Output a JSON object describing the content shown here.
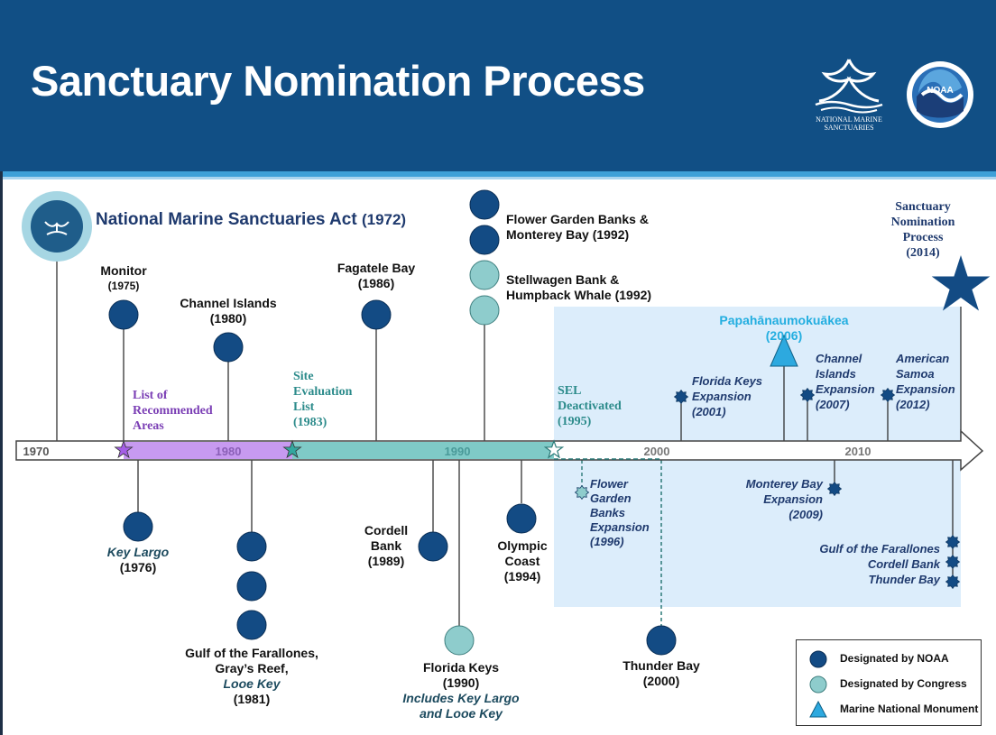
{
  "title": "Sanctuary Nomination Process",
  "logos": {
    "nms_text_line1": "NATIONAL MARINE",
    "nms_text_line2": "SANCTUARIES",
    "noaa_text": "NOAA"
  },
  "colors": {
    "header_bg": "#114f85",
    "noaa_designated": "#134b84",
    "congress_designated": "#8ecccc",
    "monument": "#2da9df",
    "era_purple": "#c79af0",
    "era_teal": "#7fcac7",
    "shaded_region": "#dcedfb"
  },
  "act": {
    "name": "National Marine Sanctuaries Act",
    "year": "(1972)"
  },
  "axis": {
    "ticks": [
      "1970",
      "1980",
      "1990",
      "2000",
      "2010"
    ]
  },
  "eras": {
    "list_recommended": [
      "List of",
      "Recommended",
      "Areas"
    ],
    "site_eval": [
      "Site",
      "Evaluation",
      "List",
      "(1983)"
    ],
    "sel_deactivated": [
      "SEL",
      "Deactivated",
      "(1995)"
    ]
  },
  "events": {
    "monitor": [
      "Monitor",
      "(1975)"
    ],
    "channel_islands": [
      "Channel Islands",
      "(1980)"
    ],
    "fagatele": [
      "Fagatele Bay",
      "(1986)"
    ],
    "flower_monterey": [
      "Flower Garden Banks &",
      "Monterey Bay (1992)"
    ],
    "stellwagen": [
      "Stellwagen Bank &",
      "Humpback Whale (1992)"
    ],
    "key_largo_name": "Key Largo",
    "key_largo_year": "(1976)",
    "gulf_line1": "Gulf of the Farallones,",
    "gulf_line2": "Gray’s Reef,",
    "gulf_line3": "Looe Key",
    "gulf_line4": "(1981)",
    "cordell": [
      "Cordell",
      "Bank",
      "(1989)"
    ],
    "florida_keys": [
      "Florida Keys",
      "(1990)"
    ],
    "florida_includes": [
      "Includes Key Largo",
      "and Looe Key"
    ],
    "olympic": [
      "Olympic",
      "Coast",
      "(1994)"
    ],
    "thunder_bay": [
      "Thunder Bay",
      "(2000)"
    ]
  },
  "expansions": {
    "papahanaumokuakea": [
      "Papahānaumokuākea",
      "(2006)"
    ],
    "florida_keys_exp": [
      "Florida Keys",
      "Expansion",
      "(2001)"
    ],
    "channel_islands_exp": [
      "Channel",
      "Islands",
      "Expansion",
      "(2007)"
    ],
    "american_samoa_exp": [
      "American",
      "Samoa",
      "Expansion",
      "(2012)"
    ],
    "flower_garden_exp": [
      "Flower",
      "Garden",
      "Banks",
      "Expansion",
      "(1996)"
    ],
    "monterey_exp": [
      "Monterey Bay",
      "Expansion",
      "(2009)"
    ],
    "farallones_cordell_thunder": [
      "Gulf of the Farallones",
      "Cordell Bank",
      "Thunder Bay"
    ]
  },
  "snp": [
    "Sanctuary",
    "Nomination",
    "Process",
    "(2014)"
  ],
  "legend": [
    {
      "label": "Designated by NOAA",
      "icon": "navy-circle-icon"
    },
    {
      "label": "Designated by Congress",
      "icon": "light-teal-circle-icon"
    },
    {
      "label": "Marine National Monument",
      "icon": "blue-triangle-icon"
    }
  ]
}
